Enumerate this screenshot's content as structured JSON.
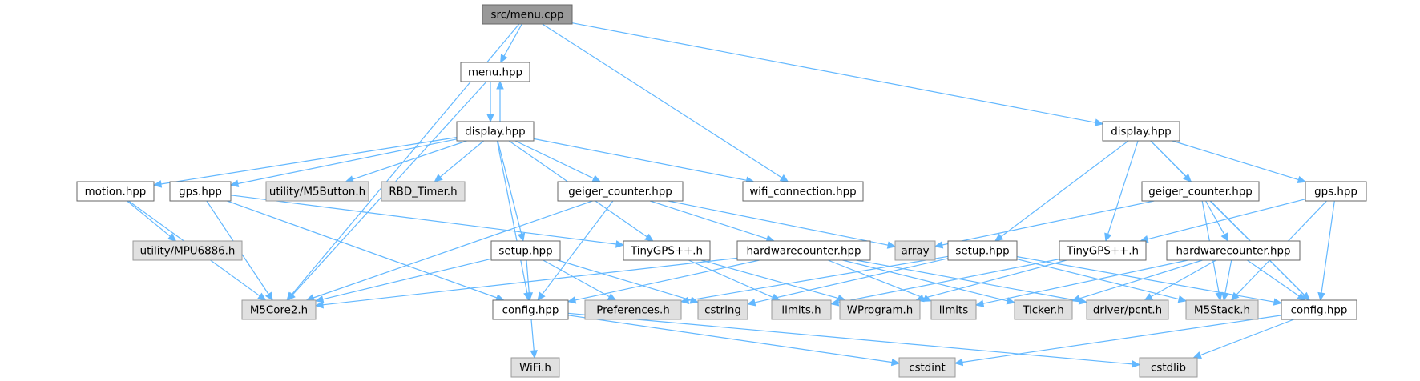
{
  "colors": {
    "edge": "#63B8FF",
    "root_fill": "#999999",
    "root_stroke": "#666666",
    "file_fill": "#ffffff",
    "file_stroke": "#666666",
    "system_fill": "#e0e0e0",
    "system_stroke": "#999999"
  },
  "graph": {
    "nodes": [
      {
        "id": "menu_cpp",
        "label": "src/menu.cpp",
        "kind": "root"
      },
      {
        "id": "menu_hpp",
        "label": "menu.hpp",
        "kind": "file"
      },
      {
        "id": "display_a",
        "label": "display.hpp",
        "kind": "file"
      },
      {
        "id": "display_b",
        "label": "display.hpp",
        "kind": "file"
      },
      {
        "id": "motion",
        "label": "motion.hpp",
        "kind": "file"
      },
      {
        "id": "gps_a",
        "label": "gps.hpp",
        "kind": "file"
      },
      {
        "id": "m5button",
        "label": "utility/M5Button.h",
        "kind": "system"
      },
      {
        "id": "rbd",
        "label": "RBD_Timer.h",
        "kind": "system"
      },
      {
        "id": "geiger_a",
        "label": "geiger_counter.hpp",
        "kind": "file"
      },
      {
        "id": "wifi_conn",
        "label": "wifi_connection.hpp",
        "kind": "file"
      },
      {
        "id": "geiger_b",
        "label": "geiger_counter.hpp",
        "kind": "file"
      },
      {
        "id": "gps_b",
        "label": "gps.hpp",
        "kind": "file"
      },
      {
        "id": "mpu",
        "label": "utility/MPU6886.h",
        "kind": "system"
      },
      {
        "id": "setup_a",
        "label": "setup.hpp",
        "kind": "file"
      },
      {
        "id": "tinygps_a",
        "label": "TinyGPS++.h",
        "kind": "file"
      },
      {
        "id": "hwc_a",
        "label": "hardwarecounter.hpp",
        "kind": "file"
      },
      {
        "id": "array",
        "label": "array",
        "kind": "system"
      },
      {
        "id": "setup_b",
        "label": "setup.hpp",
        "kind": "file"
      },
      {
        "id": "tinygps_b",
        "label": "TinyGPS++.h",
        "kind": "file"
      },
      {
        "id": "hwc_b",
        "label": "hardwarecounter.hpp",
        "kind": "file"
      },
      {
        "id": "m5core2",
        "label": "M5Core2.h",
        "kind": "system"
      },
      {
        "id": "config_a",
        "label": "config.hpp",
        "kind": "file"
      },
      {
        "id": "prefs",
        "label": "Preferences.h",
        "kind": "system"
      },
      {
        "id": "cstring",
        "label": "cstring",
        "kind": "system"
      },
      {
        "id": "limits_h",
        "label": "limits.h",
        "kind": "system"
      },
      {
        "id": "wprogram",
        "label": "WProgram.h",
        "kind": "system"
      },
      {
        "id": "limits",
        "label": "limits",
        "kind": "system"
      },
      {
        "id": "ticker",
        "label": "Ticker.h",
        "kind": "system"
      },
      {
        "id": "pcnt",
        "label": "driver/pcnt.h",
        "kind": "system"
      },
      {
        "id": "m5stack",
        "label": "M5Stack.h",
        "kind": "system"
      },
      {
        "id": "config_b",
        "label": "config.hpp",
        "kind": "file"
      },
      {
        "id": "wifi_h",
        "label": "WiFi.h",
        "kind": "system"
      },
      {
        "id": "cstdint",
        "label": "cstdint",
        "kind": "system"
      },
      {
        "id": "cstdlib",
        "label": "cstdlib",
        "kind": "system"
      }
    ],
    "edges": [
      [
        "menu_cpp",
        "menu_hpp"
      ],
      [
        "menu_cpp",
        "m5core2"
      ],
      [
        "menu_cpp",
        "wifi_conn"
      ],
      [
        "menu_cpp",
        "display_b"
      ],
      [
        "menu_hpp",
        "display_a"
      ],
      [
        "display_a",
        "menu_hpp"
      ],
      [
        "menu_hpp",
        "m5core2"
      ],
      [
        "display_a",
        "motion"
      ],
      [
        "display_a",
        "gps_a"
      ],
      [
        "display_a",
        "m5button"
      ],
      [
        "display_a",
        "rbd"
      ],
      [
        "display_a",
        "geiger_a"
      ],
      [
        "display_a",
        "wifi_conn"
      ],
      [
        "display_a",
        "setup_a"
      ],
      [
        "display_a",
        "tinygps_a"
      ],
      [
        "display_a",
        "config_a"
      ],
      [
        "motion",
        "mpu"
      ],
      [
        "motion",
        "m5core2"
      ],
      [
        "gps_a",
        "m5core2"
      ],
      [
        "gps_a",
        "tinygps_a"
      ],
      [
        "gps_a",
        "config_a"
      ],
      [
        "geiger_a",
        "m5core2"
      ],
      [
        "geiger_a",
        "config_a"
      ],
      [
        "geiger_a",
        "hwc_a"
      ],
      [
        "geiger_a",
        "array"
      ],
      [
        "setup_a",
        "m5core2"
      ],
      [
        "setup_a",
        "config_a"
      ],
      [
        "setup_a",
        "prefs"
      ],
      [
        "setup_a",
        "cstring"
      ],
      [
        "tinygps_a",
        "limits_h"
      ],
      [
        "tinygps_a",
        "wprogram"
      ],
      [
        "hwc_a",
        "m5core2"
      ],
      [
        "hwc_a",
        "config_a"
      ],
      [
        "hwc_a",
        "limits"
      ],
      [
        "hwc_a",
        "ticker"
      ],
      [
        "hwc_a",
        "pcnt"
      ],
      [
        "config_a",
        "wifi_h"
      ],
      [
        "config_a",
        "cstdint"
      ],
      [
        "config_a",
        "cstdlib"
      ],
      [
        "display_b",
        "setup_b"
      ],
      [
        "display_b",
        "tinygps_b"
      ],
      [
        "display_b",
        "geiger_b"
      ],
      [
        "display_b",
        "gps_b"
      ],
      [
        "display_b",
        "config_b"
      ],
      [
        "geiger_b",
        "array"
      ],
      [
        "geiger_b",
        "hwc_b"
      ],
      [
        "geiger_b",
        "m5stack"
      ],
      [
        "geiger_b",
        "config_b"
      ],
      [
        "gps_b",
        "tinygps_b"
      ],
      [
        "gps_b",
        "m5stack"
      ],
      [
        "gps_b",
        "config_b"
      ],
      [
        "setup_b",
        "prefs"
      ],
      [
        "setup_b",
        "cstring"
      ],
      [
        "setup_b",
        "m5stack"
      ],
      [
        "setup_b",
        "config_b"
      ],
      [
        "tinygps_b",
        "limits_h"
      ],
      [
        "tinygps_b",
        "wprogram"
      ],
      [
        "hwc_b",
        "limits"
      ],
      [
        "hwc_b",
        "ticker"
      ],
      [
        "hwc_b",
        "pcnt"
      ],
      [
        "hwc_b",
        "m5stack"
      ],
      [
        "hwc_b",
        "config_b"
      ],
      [
        "config_b",
        "cstdint"
      ],
      [
        "config_b",
        "cstdlib"
      ]
    ]
  }
}
